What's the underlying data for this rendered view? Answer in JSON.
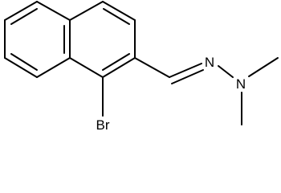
{
  "molecule": {
    "atoms": {
      "bromine": "Br",
      "imine_nitrogen": "N",
      "amine_nitrogen": "N"
    }
  },
  "colors": {
    "bond": "#000000",
    "background": "#ffffff"
  }
}
